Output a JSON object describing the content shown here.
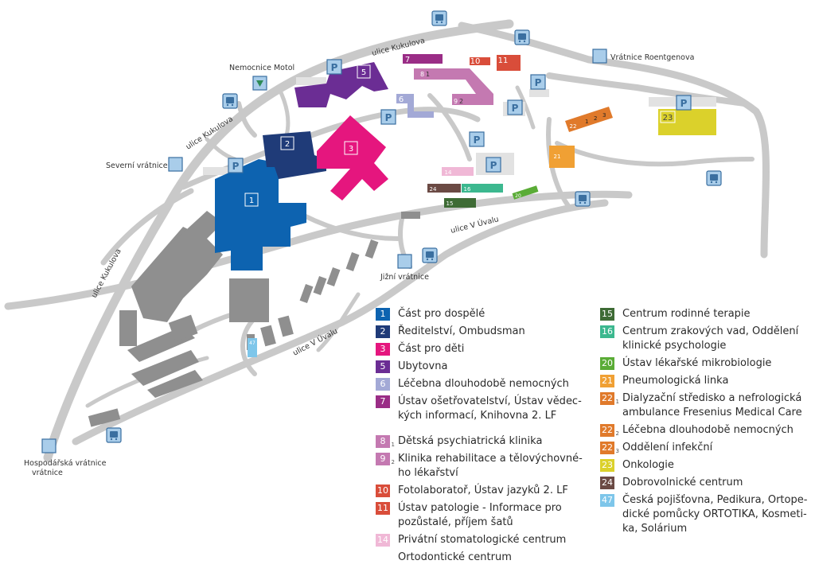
{
  "labels": {
    "hospital": "Nemocnice Motol",
    "north_gate": "Severní vrátnice",
    "south_gate": "Jižní vrátnice",
    "roentgen_gate": "Vrátnice Roentgenova",
    "farm_gate": "Hospodářská vrátnice",
    "street_kukulova_1": "ulice Kukulova",
    "street_kukulova_2": "ulice Kukulova",
    "street_kukulova_3": "ulice Kukulova",
    "street_uvalu_1": "ulice V Úvalu",
    "street_uvalu_2": "ulice V Úvalu",
    "parking_symbol": "P"
  },
  "buildings": {
    "b1": "1",
    "b2": "2",
    "b3": "3",
    "b5": "5",
    "b6": "6",
    "b7": "7",
    "b8": "8",
    "b8sub": "1",
    "b9": "9",
    "b9sub": "2",
    "b10": "10",
    "b11": "11",
    "b14": "14",
    "b15": "15",
    "b16": "16",
    "b20": "20",
    "b21": "21",
    "b22": "22",
    "b22n1": "1",
    "b22n2": "2",
    "b22n3": "3",
    "b23": "23",
    "b24": "24",
    "b47": "47"
  },
  "legend_left": [
    {
      "num": "1",
      "sub": "",
      "color": "#0d63b0",
      "label": "Část pro dospělé"
    },
    {
      "num": "2",
      "sub": "",
      "color": "#1f3b78",
      "label": "Ředitelství, Ombudsman"
    },
    {
      "num": "3",
      "sub": "",
      "color": "#e5167e",
      "label": "Část pro děti"
    },
    {
      "num": "5",
      "sub": "",
      "color": "#6b2d94",
      "label": "Ubytovna"
    },
    {
      "num": "6",
      "sub": "",
      "color": "#a3a9d6",
      "label": "Léčebna dlouhodobě nemocných"
    },
    {
      "num": "7",
      "sub": "",
      "color": "#9a2d86",
      "label": "Ústav ošetřovatelství, Ústav vědec-kých informací, Knihovna 2. LF"
    },
    {
      "num": "8",
      "sub": "1",
      "color": "#c479b1",
      "label": "Dětská psychiatrická klinika"
    },
    {
      "num": "9",
      "sub": "2",
      "color": "#c479b1",
      "label": "Klinika rehabilitace a tělovýchovné-ho lékařství"
    },
    {
      "num": "10",
      "sub": "",
      "color": "#d94d3a",
      "label": "Fotolaboratoř, Ústav jazyků 2. LF"
    },
    {
      "num": "11",
      "sub": "",
      "color": "#d94d3a",
      "label": "Ústav patologie - Informace pro pozůstalé, příjem šatů"
    },
    {
      "num": "14",
      "sub": "",
      "color": "#f0b8d6",
      "label": "Privátní stomatologické centrum"
    },
    {
      "num": "",
      "sub": "",
      "color": "",
      "label": "Ortodontické centrum"
    }
  ],
  "legend_right": [
    {
      "num": "15",
      "sub": "",
      "color": "#3e6b35",
      "label": "Centrum rodinné terapie"
    },
    {
      "num": "16",
      "sub": "",
      "color": "#3cb88f",
      "label": "Centrum zrakových vad, Oddělení klinické psychologie"
    },
    {
      "num": "20",
      "sub": "",
      "color": "#5aac36",
      "label": "Ústav lékařské mikrobiologie"
    },
    {
      "num": "21",
      "sub": "",
      "color": "#f0a034",
      "label": "Pneumologická linka"
    },
    {
      "num": "22",
      "sub": "1",
      "color": "#e07a2b",
      "label": "Dialyzační středisko a nefrologická ambulance Fresenius Medical Care"
    },
    {
      "num": "22",
      "sub": "2",
      "color": "#e07a2b",
      "label": "Léčebna dlouhodobě nemocných"
    },
    {
      "num": "22",
      "sub": "3",
      "color": "#e07a2b",
      "label": "Oddělení infekční"
    },
    {
      "num": "23",
      "sub": "",
      "color": "#dbd12b",
      "label": "Onkologie"
    },
    {
      "num": "24",
      "sub": "",
      "color": "#6b4a44",
      "label": "Dobrovolnické centrum"
    },
    {
      "num": "47",
      "sub": "",
      "color": "#7ec6ea",
      "label": "Česká pojišťovna, Pedikura, Ortope-dické pomůcky ORTOTIKA, Kosmeti-ka, Solárium"
    }
  ],
  "icons": {
    "bus": "bus-icon",
    "parking": "parking-icon",
    "gate": "gate-icon",
    "hospital": "hospital-logo-icon"
  },
  "colors": {
    "road": "#c9c9c9",
    "building_grey": "#8f8f8f",
    "marker_fill": "#a9cdea",
    "marker_stroke": "#3a6fa0"
  }
}
